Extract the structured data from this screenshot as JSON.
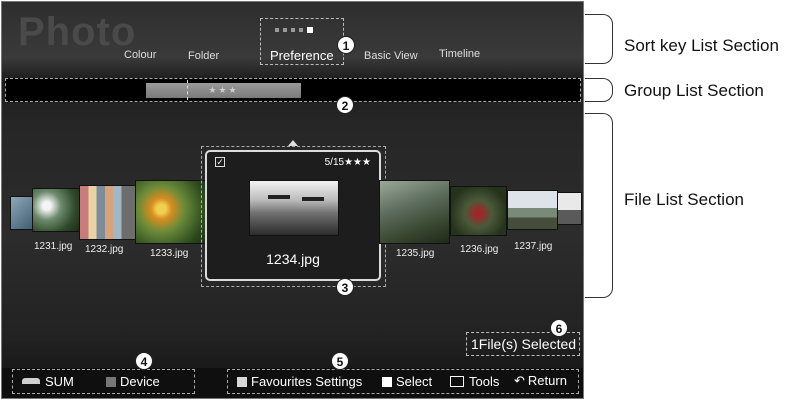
{
  "screen": {
    "title": "Photo",
    "sort_keys": [
      "Colour",
      "Folder",
      "Preference",
      "Basic View",
      "Timeline"
    ],
    "active_sort_key": "Preference",
    "group": {
      "label": "★★★"
    },
    "files": [
      "1231.jpg",
      "1232.jpg",
      "1233.jpg",
      "1234.jpg",
      "1235.jpg",
      "1236.jpg",
      "1237.jpg"
    ],
    "focused": {
      "name": "1234.jpg",
      "position": "5/15",
      "rating": "★★★"
    },
    "selection_status": "1File(s) Selected",
    "nav": {
      "sum": "SUM",
      "device": "Device"
    },
    "guide": {
      "favourites": "Favourites Settings",
      "select": "Select",
      "tools": "Tools",
      "return": "Return"
    },
    "badges": [
      "1",
      "2",
      "3",
      "4",
      "5",
      "6"
    ]
  },
  "annotations": {
    "sort_key_list": "Sort key List Section",
    "group_list": "Group List Section",
    "file_list": "File List Section"
  },
  "colors": {
    "favourites_square": "#d8d8d8",
    "select_square": "#ffffff",
    "device_square": "#777777"
  }
}
